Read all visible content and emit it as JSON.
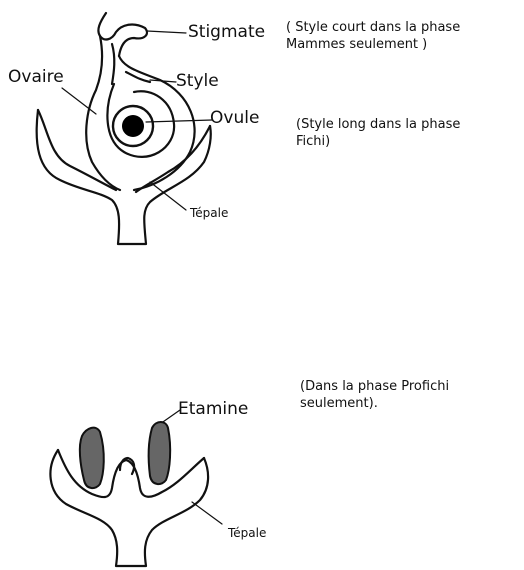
{
  "female_flower": {
    "labels": {
      "stigmate": "Stigmate",
      "style": "Style",
      "ovaire": "Ovaire",
      "ovule": "Ovule",
      "tepale": "Tépale"
    },
    "notes": {
      "style_court_line1": "( Style court  dans  la phase",
      "style_court_line2": "Mammes seulement )",
      "style_long_line1": "(Style long dans la phase",
      "style_long_line2": "Fichi)"
    }
  },
  "male_flower": {
    "labels": {
      "etamine": "Etamine",
      "tepale": "Tépale"
    },
    "notes": {
      "profichi_line1": "(Dans la phase Profichi",
      "profichi_line2": "seulement)."
    }
  },
  "colors": {
    "ink": "#111111",
    "anther": "#666666",
    "ovule": "#000000"
  }
}
